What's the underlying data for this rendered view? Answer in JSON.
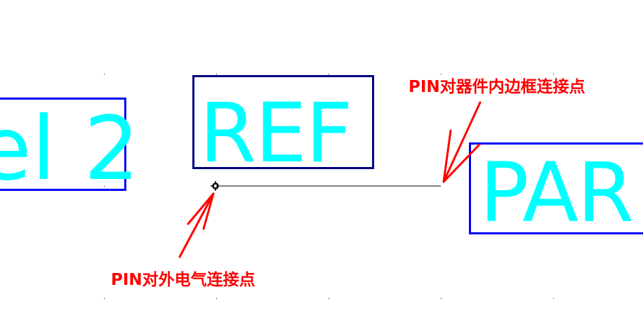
{
  "diagram": {
    "labels": {
      "left_partial": "el 2",
      "ref": "REF",
      "part_partial": "PAR"
    },
    "annotations": {
      "inner_connection": "PIN对器件内边框连接点",
      "outer_connection": "PIN对外电气连接点"
    },
    "colors": {
      "label_text": "#00ffff",
      "box_border_blue": "#0000ff",
      "box_border_navy": "#000080",
      "annotation_red": "#ff0000",
      "pin_line": "#000000"
    }
  }
}
